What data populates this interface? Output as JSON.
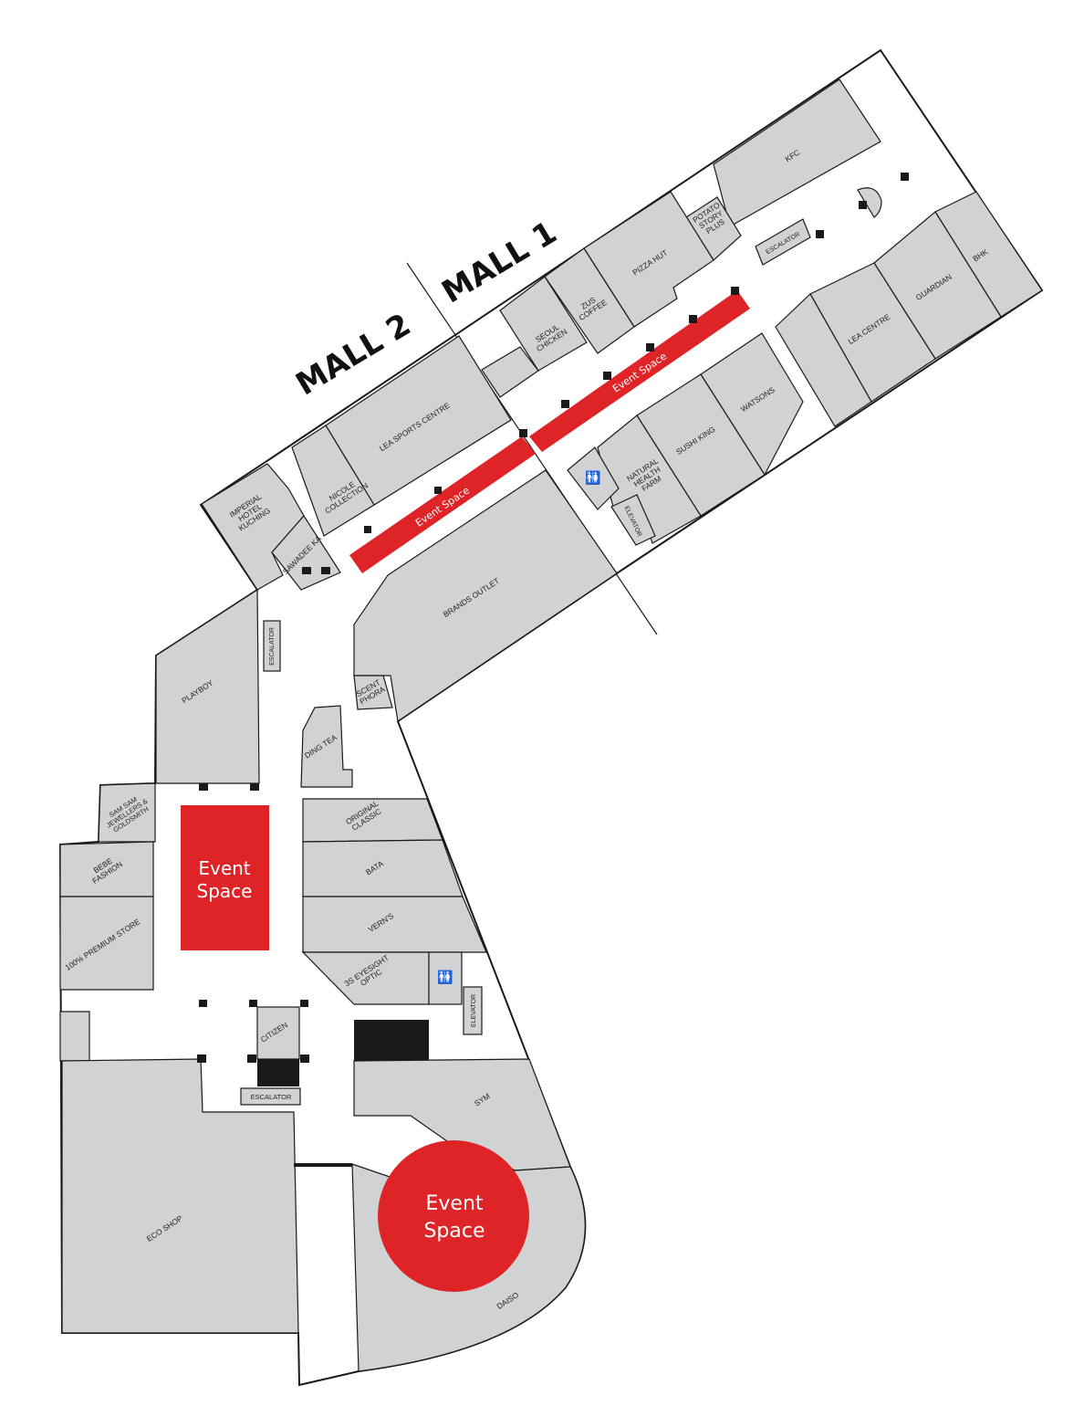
{
  "malls": {
    "mall1": "MALL 1",
    "mall2": "MALL 2"
  },
  "event_space": {
    "line1": "Event",
    "line2": "Space",
    "band": "Event Space"
  },
  "colors": {
    "event": "#de2427",
    "store": "#d1d2d4",
    "outline": "#1a1a1a"
  },
  "stores": {
    "kfc": [
      "KFC"
    ],
    "potato": [
      "POTATO",
      "STORY",
      "PLUS"
    ],
    "pizza": [
      "PIZZA HUT"
    ],
    "zus": [
      "ZUS",
      "COFFEE"
    ],
    "seoul": [
      "SEOUL",
      "CHICKEN"
    ],
    "lea_sports": [
      "LEA SPORTS CENTRE"
    ],
    "nicole": [
      "NICOLE",
      "COLLECTION"
    ],
    "imperial": [
      "IMPERIAL",
      "HOTEL",
      "KUCHING"
    ],
    "sawadee": [
      "SAWADEE KA"
    ],
    "brands": [
      "BRANDS OUTLET"
    ],
    "scent": [
      "SCENT",
      "PHORA"
    ],
    "escalator_m1": [
      "ESCALATOR"
    ],
    "bhk": [
      "BHK"
    ],
    "guardian": [
      "GUARDIAN"
    ],
    "lea_centre": [
      "LEA CENTRE"
    ],
    "watsons": [
      "WATSONS"
    ],
    "sushi": [
      "SUSHI KING"
    ],
    "nhf": [
      "NATURAL",
      "HEALTH",
      "FARM"
    ],
    "elevator_m1": [
      "ELEVATOR"
    ],
    "playboy": [
      "PLAYBOY"
    ],
    "escalator_v": [
      "ESCALATOR"
    ],
    "ding": [
      "DING TEA"
    ],
    "samsam": [
      "SAM SAM",
      "JEWELLERS &",
      "GOLDSMITH"
    ],
    "bebe": [
      "BEBE",
      "FASHION"
    ],
    "premium": [
      "100% PREMIUM STORE"
    ],
    "original": [
      "ORIGINAL",
      "CLASSIC"
    ],
    "bata": [
      "BATA"
    ],
    "verns": [
      "VERN'S"
    ],
    "eyesight": [
      "3S EYESIGHT",
      "OPTIC"
    ],
    "elevator_m2": [
      "ELEVATOR"
    ],
    "citizen": [
      "CITIZEN"
    ],
    "escalator_m2": [
      "ESCALATOR"
    ],
    "sym": [
      "SYM"
    ],
    "eco": [
      "ECO SHOP"
    ],
    "daiso": [
      "DAISO"
    ]
  }
}
